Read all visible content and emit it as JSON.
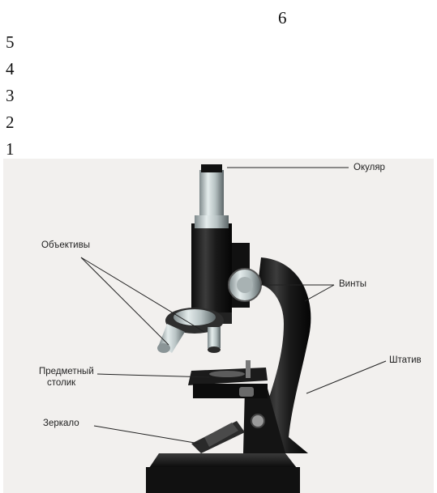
{
  "numbers": {
    "n6": "6",
    "n5": "5",
    "n4": "4",
    "n3": "3",
    "n2": "2",
    "n1": "1"
  },
  "labels": {
    "eyepiece": "Окуляр",
    "objectives": "Объективы",
    "screws": "Винты",
    "stand": "Штатив",
    "stage_line1": "Предметный",
    "stage_line2": "столик",
    "mirror": "Зеркало"
  }
}
